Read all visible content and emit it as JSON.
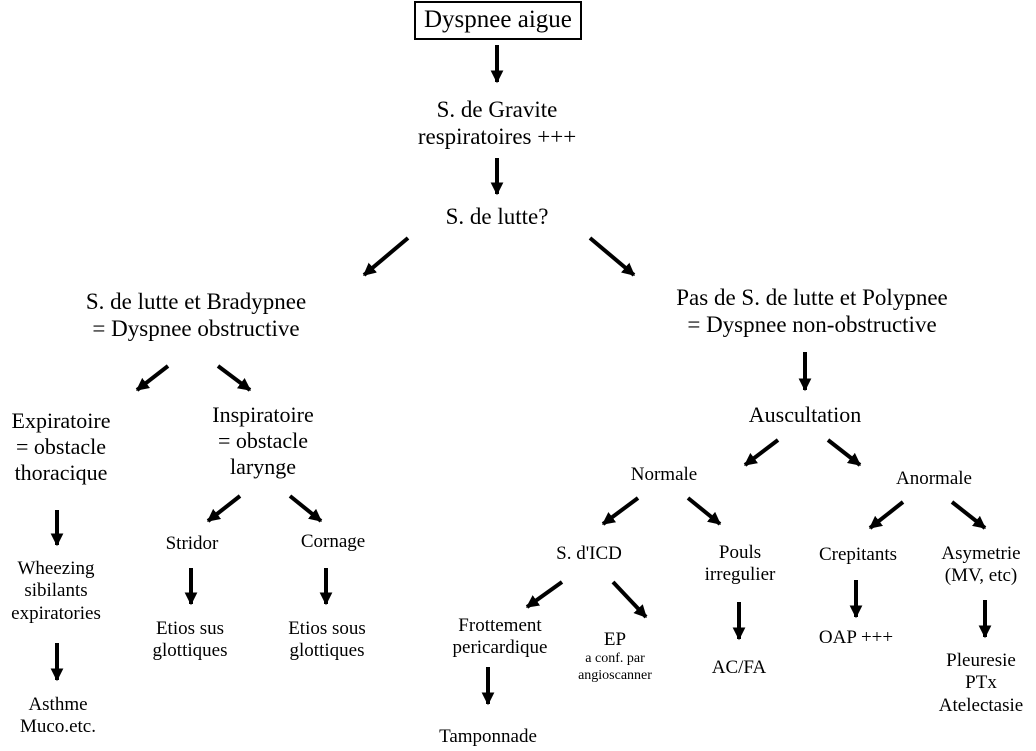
{
  "diagram": {
    "root": "Dyspnee aigue",
    "gravite": [
      "S. de Gravite",
      "respiratoires +++"
    ],
    "lutte": "S. de lutte?",
    "obstructive": [
      "S. de lutte et Bradypnee",
      "= Dyspnee obstructive"
    ],
    "non_obstructive": [
      "Pas de S. de lutte et Polypnee",
      "= Dyspnee non-obstructive"
    ],
    "expiratoire": [
      "Expiratoire",
      "= obstacle",
      "thoracique"
    ],
    "inspiratoire": [
      "Inspiratoire",
      "= obstacle",
      "larynge"
    ],
    "wheezing": [
      "Wheezing",
      "sibilants",
      "expiratories"
    ],
    "asthme": [
      "Asthme",
      "Muco.etc."
    ],
    "stridor": "Stridor",
    "cornage": "Cornage",
    "etios_sus": [
      "Etios sus",
      "glottiques"
    ],
    "etios_sous": [
      "Etios sous",
      "glottiques"
    ],
    "auscultation": "Auscultation",
    "normale": "Normale",
    "anormale": "Anormale",
    "icd": "S. d'ICD",
    "pouls": [
      "Pouls",
      "irregulier"
    ],
    "crepitants": "Crepitants",
    "asymetrie": [
      "Asymetrie",
      "(MV, etc)"
    ],
    "frottement": [
      "Frottement",
      "pericardique"
    ],
    "ep": {
      "title": "EP",
      "note": [
        "a conf. par",
        "angioscanner"
      ]
    },
    "acfa": "AC/FA",
    "oap": "OAP +++",
    "pleuresie": [
      "Pleuresie",
      "PTx",
      "Atelectasie"
    ],
    "tamponnade": "Tamponnade"
  }
}
